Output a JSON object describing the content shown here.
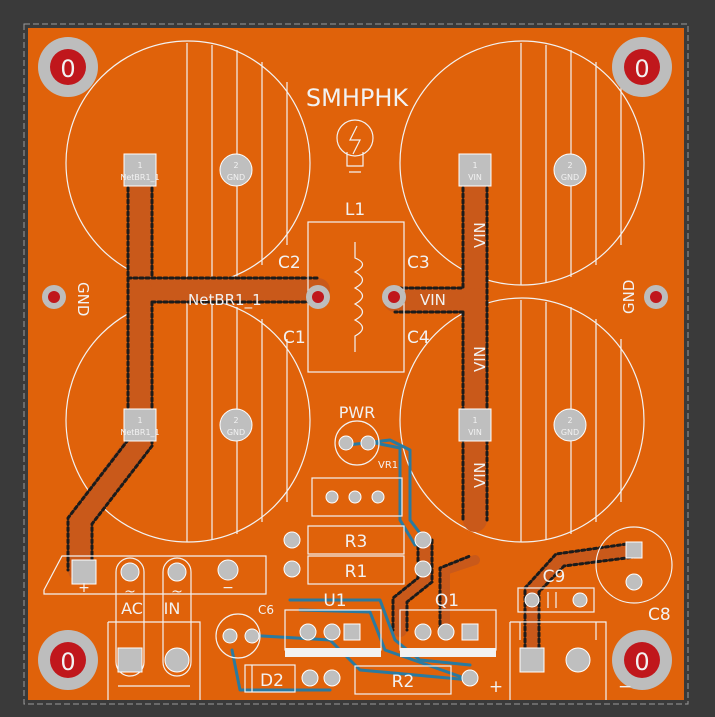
{
  "board": {
    "brand": "SMHPHK",
    "colors": {
      "background": "#3a3a3a",
      "board": "#e0620a",
      "silk": "#f2f2f2",
      "pad": "#bdbdbd",
      "mount_hole": "#c0171c",
      "bottom_trace": "#2a7aa0"
    }
  },
  "labels": {
    "l1": "L1",
    "c1": "C1",
    "c2": "C2",
    "c3": "C3",
    "c4": "C4",
    "netbr": "NetBR1_1",
    "vin_net": "VIN",
    "vin_c3": "VIN",
    "vin_c4": "VIN",
    "vin_low": "VIN",
    "gnd_left": "GND",
    "gnd_right": "GND",
    "pwr": "PWR",
    "vr1": "VR1",
    "r1": "R1",
    "r2": "R2",
    "r3": "R3",
    "u1": "U1",
    "q1": "Q1",
    "c6": "C6",
    "c8": "C8",
    "c9": "C9",
    "d2": "D2",
    "ac": "AC",
    "in": "IN",
    "plus_left": "+",
    "plus_bottom": "+",
    "minus_bottom": "−",
    "tilde1": "~",
    "tilde2": "~",
    "minus_conn": "−",
    "hole": "0"
  },
  "pad_labels": {
    "c2_p1_num": "1",
    "c2_p1_net": "NetBR1_1",
    "c2_p2_num": "2",
    "c2_p2_net": "GND",
    "c3_p1_num": "1",
    "c3_p1_net": "VIN",
    "c3_p2_num": "2",
    "c3_p2_net": "GND",
    "c1_p1_num": "1",
    "c1_p1_net": "NetBR1_1",
    "c1_p2_num": "2",
    "c1_p2_net": "GND",
    "c4_p1_num": "1",
    "c4_p1_net": "VIN",
    "c4_p2_num": "2",
    "c4_p2_net": "GND"
  }
}
